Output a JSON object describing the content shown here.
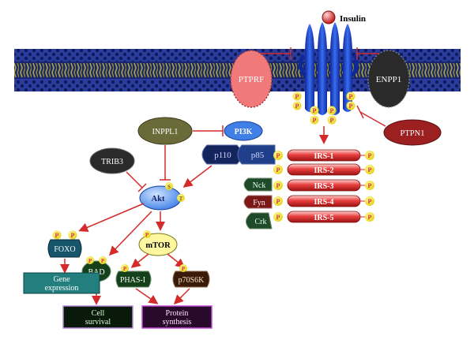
{
  "diagram": {
    "insulin": "Insulin",
    "receptor_regulators": {
      "ptprf": "PTPRF",
      "enpp1": "ENPP1",
      "ptpn1": "PTPN1"
    },
    "phospho_mark": "P",
    "pi3k": {
      "name": "PI3K",
      "p110": "p110",
      "p85": "p85"
    },
    "inppl1": "INPPL1",
    "trib3": "TRIB3",
    "akt": {
      "name": "Akt",
      "site_s": "S",
      "site_t": "T"
    },
    "irs": [
      "IRS-1",
      "IRS-2",
      "IRS-3",
      "IRS-4",
      "IRS-5"
    ],
    "adaptors": [
      "Nck",
      "Fyn",
      "Crk"
    ],
    "foxo": "FOXO",
    "mtor": "mTOR",
    "bad": "BAD",
    "phas1": "PHAS-I",
    "p70s6k": "p70S6K",
    "outcomes": {
      "gene_expression": [
        "Gene",
        "expression"
      ],
      "cell_survival": [
        "Cell",
        "survival"
      ],
      "protein_synthesis": [
        "Protein",
        "synthesis"
      ]
    },
    "colors": {
      "arrow": "#d42a2a",
      "membrane_blue": "#1a2f8f",
      "receptor_blue": "#2a4fd8",
      "phospho_yellow": "#f2e52a",
      "irs_red": "#e53838"
    }
  }
}
